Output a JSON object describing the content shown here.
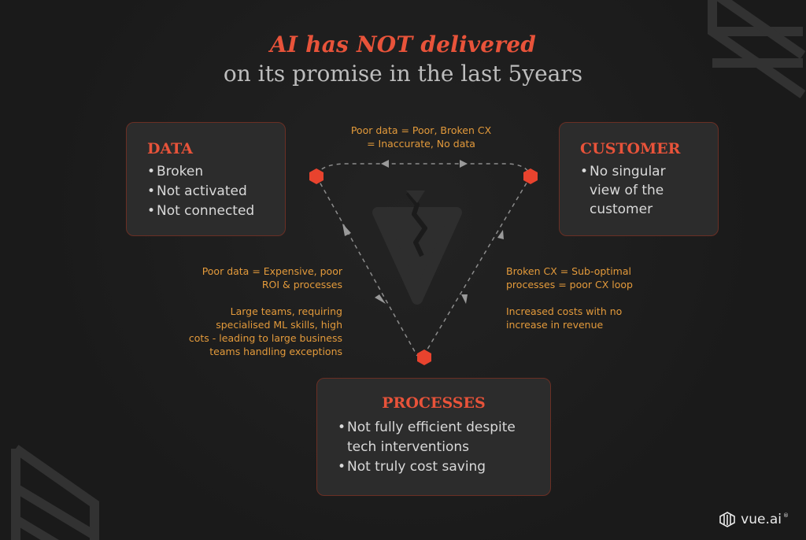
{
  "title": {
    "line1": "AI has NOT delivered",
    "line2": "on its promise in the last 5years"
  },
  "cards": {
    "data": {
      "title": "DATA",
      "items": [
        "Broken",
        "Not activated",
        "Not connected"
      ]
    },
    "customer": {
      "title": "CUSTOMER",
      "items": [
        "No singular view of the customer"
      ]
    },
    "processes": {
      "title": "PROCESSES",
      "items": [
        "Not fully efficient despite tech interventions",
        "Not truly cost saving"
      ]
    }
  },
  "notes": {
    "top": [
      "Poor data = Poor, Broken CX",
      "= Inaccurate, No data"
    ],
    "left1": [
      "Poor data = Expensive, poor",
      "ROI & processes"
    ],
    "left2": [
      "Large teams, requiring",
      "specialised ML skills, high",
      "cots - leading to large business",
      "teams handling exceptions"
    ],
    "right1": [
      "Broken CX = Sub-optimal",
      "processes = poor CX loop"
    ],
    "right2": [
      "Increased costs with no",
      "increase in revenue"
    ]
  },
  "brand": {
    "logo_text": "vue.ai",
    "reg_mark": "®"
  },
  "colors": {
    "accent": "#e8533a",
    "note": "#e39a3b",
    "node": "#e8432e",
    "background": "#1b1b1b",
    "card": "#2c2c2c"
  },
  "icons": {
    "nodes": "hexagon-icon",
    "center": "broken-shield-icon",
    "decor": "stripes-decoration"
  }
}
